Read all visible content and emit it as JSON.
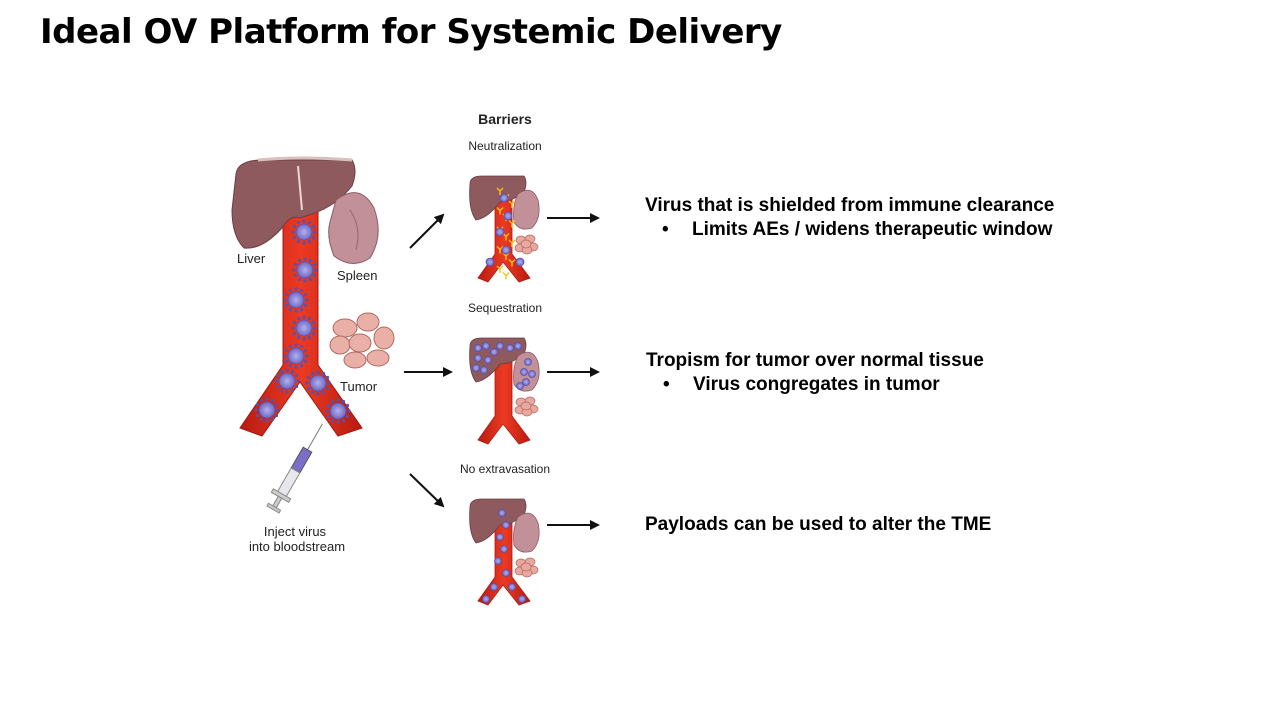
{
  "slide": {
    "title": "Ideal OV Platform for Systemic Delivery"
  },
  "diagram": {
    "main_labels": {
      "liver": "Liver",
      "spleen": "Spleen",
      "tumor": "Tumor",
      "inject_line1": "Inject virus",
      "inject_line2": "into bloodstream"
    },
    "barriers_heading": "Barriers",
    "barriers": [
      {
        "label": "Neutralization"
      },
      {
        "label": "Sequestration"
      },
      {
        "label": "No extravasation"
      }
    ],
    "colors": {
      "vessel": "#e02a1c",
      "vessel_dark": "#b01810",
      "liver": "#8e5a5e",
      "spleen": "#c29098",
      "tumor": "#e8a8a0",
      "virus": "#8a86d8",
      "virus_spike": "#5a50a8",
      "antibody": "#f2c21a"
    }
  },
  "outcomes": [
    {
      "heading": "Virus that is shielded from immune clearance",
      "bullet": "Limits AEs / widens therapeutic window"
    },
    {
      "heading": "Tropism for tumor over normal tissue",
      "bullet": "Virus congregates in tumor"
    },
    {
      "heading": "Payloads can be used to alter the TME",
      "bullet": null
    }
  ]
}
